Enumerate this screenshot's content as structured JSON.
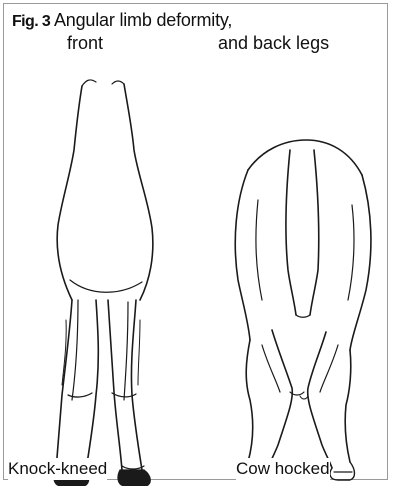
{
  "figure": {
    "number_label": "Fig. 3",
    "title_line1": "Angular limb deformity,",
    "title_line2": "front",
    "title_line3": "and back legs"
  },
  "panels": [
    {
      "caption": "Knock-kneed",
      "drawing_icon": "front-legs-knock-kneed-icon"
    },
    {
      "caption": "Cow hocked",
      "drawing_icon": "hind-legs-cow-hocked-icon"
    }
  ],
  "colors": {
    "line": "#1a1a1a",
    "frame": "#9a9a9a",
    "background": "#ffffff"
  }
}
